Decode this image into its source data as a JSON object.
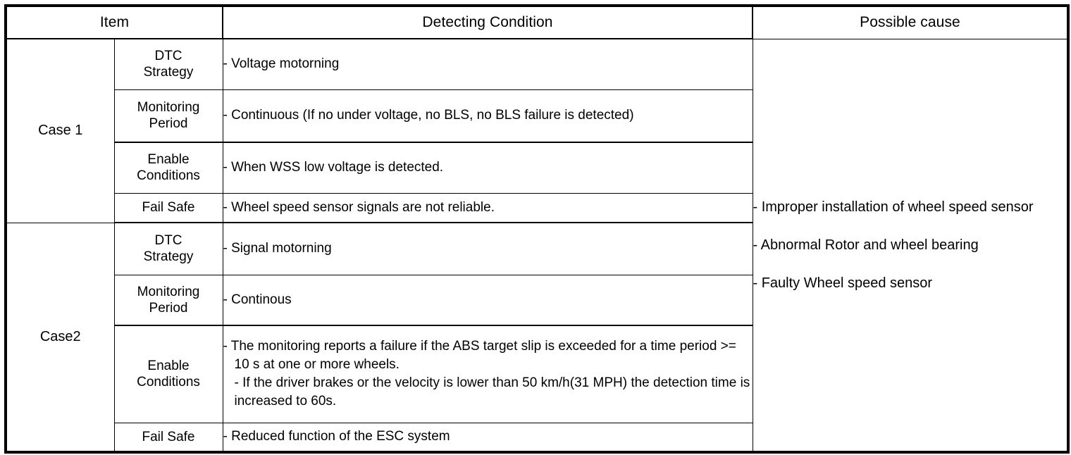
{
  "table": {
    "headers": [
      {
        "label": "Item",
        "name": "header-item"
      },
      {
        "label": "Detecting Condition",
        "name": "header-detecting-condition"
      },
      {
        "label": "Possible cause",
        "name": "header-possible-cause"
      }
    ],
    "cases": [
      {
        "case_label": "Case 1",
        "rows": [
          {
            "item_line1": "DTC",
            "item_line2": "Strategy",
            "condition_lines": [
              "- Voltage motorning"
            ]
          },
          {
            "item_line1": "Monitoring",
            "item_line2": "Period",
            "condition_lines": [
              "- Continuous (If no under voltage, no BLS, no BLS failure is detected)"
            ]
          },
          {
            "item_line1": "Enable",
            "item_line2": "Conditions",
            "condition_lines": [
              "- When WSS low voltage is detected."
            ]
          },
          {
            "item_line1": "Fail Safe",
            "item_line2": "",
            "condition_lines": [
              "- Wheel speed sensor signals are not reliable."
            ]
          }
        ]
      },
      {
        "case_label": "Case2",
        "rows": [
          {
            "item_line1": "DTC",
            "item_line2": "Strategy",
            "condition_lines": [
              "- Signal motorning"
            ]
          },
          {
            "item_line1": "Monitoring",
            "item_line2": "Period",
            "condition_lines": [
              "- Continous"
            ]
          },
          {
            "item_line1": "Enable",
            "item_line2": "Conditions",
            "condition_lines": [
              "- The monitoring reports a failure if the ABS target slip is exceeded for a time period >= 10 s at one or more wheels.",
              "- If the driver brakes or the velocity is lower than 50 km/h(31 MPH) the detection time is increased to 60s."
            ]
          },
          {
            "item_line1": "Fail Safe",
            "item_line2": "",
            "condition_lines": [
              "- Reduced function of the ESC system"
            ]
          }
        ]
      }
    ],
    "possible_causes": [
      "- Improper installation of wheel speed sensor",
      "- Abnormal Rotor and wheel bearing",
      "- Faulty Wheel speed sensor"
    ]
  },
  "colors": {
    "border": "#000000",
    "text": "#000000",
    "background": "#ffffff"
  }
}
